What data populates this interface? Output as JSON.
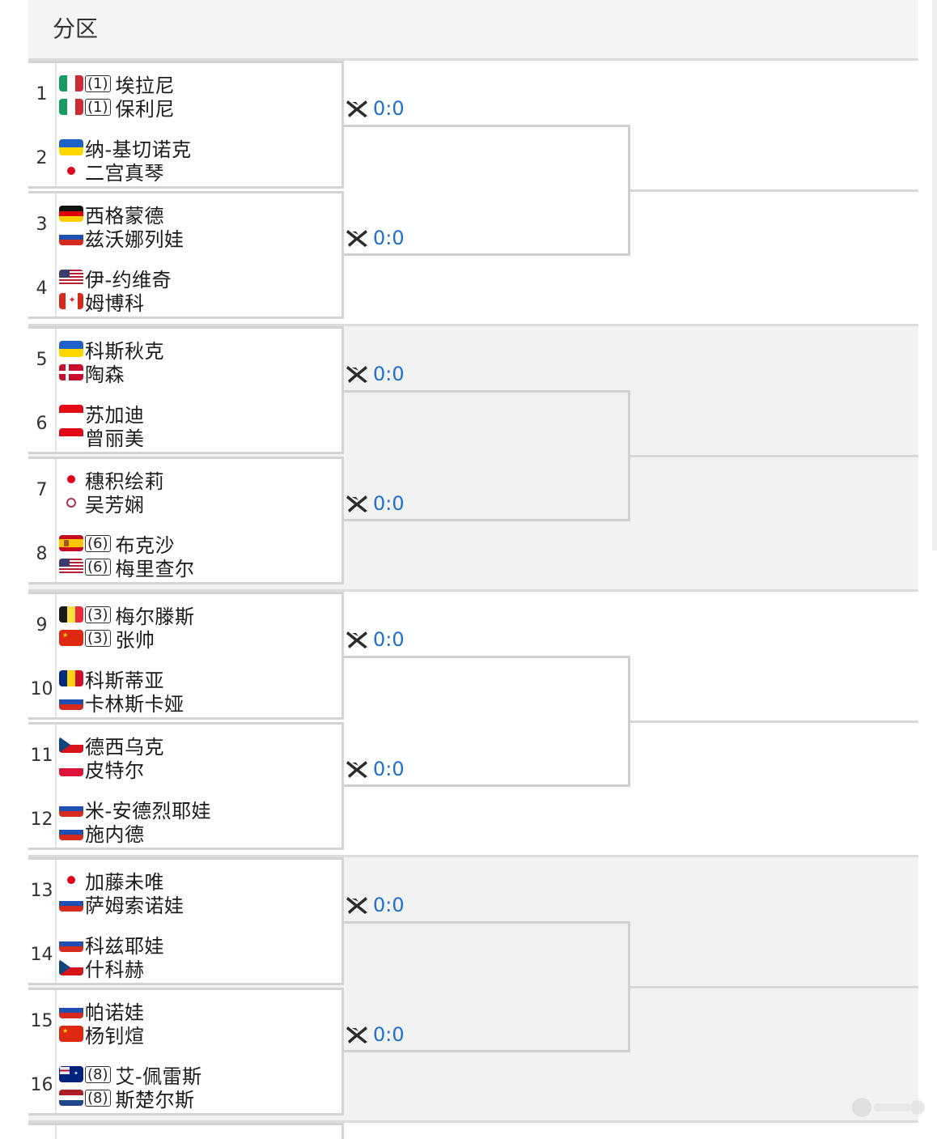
{
  "header": {
    "title": "分区"
  },
  "colors": {
    "score": "#1e6fd0"
  },
  "slots": [
    {
      "num": "1",
      "p1": {
        "flag": "italy",
        "seed": "(1)",
        "name": "埃拉尼"
      },
      "p2": {
        "flag": "italy",
        "seed": "(1)",
        "name": "保利尼"
      }
    },
    {
      "num": "2",
      "p1": {
        "flag": "ukraine",
        "seed": "",
        "name": "纳-基切诺克"
      },
      "p2": {
        "flag": "japan",
        "seed": "",
        "name": "二宫真琴"
      }
    },
    {
      "num": "3",
      "p1": {
        "flag": "germany",
        "seed": "",
        "name": "西格蒙德"
      },
      "p2": {
        "flag": "russia",
        "seed": "",
        "name": "兹沃娜列娃"
      }
    },
    {
      "num": "4",
      "p1": {
        "flag": "usa",
        "seed": "",
        "name": "伊-约维奇"
      },
      "p2": {
        "flag": "canada",
        "seed": "",
        "name": "姆博科"
      }
    },
    {
      "num": "5",
      "p1": {
        "flag": "ukraine",
        "seed": "",
        "name": "科斯秋克"
      },
      "p2": {
        "flag": "denmark",
        "seed": "",
        "name": "陶森"
      }
    },
    {
      "num": "6",
      "p1": {
        "flag": "indonesia",
        "seed": "",
        "name": "苏加迪"
      },
      "p2": {
        "flag": "indonesia",
        "seed": "",
        "name": "曾丽美"
      }
    },
    {
      "num": "7",
      "p1": {
        "flag": "japan",
        "seed": "",
        "name": "穗积绘莉"
      },
      "p2": {
        "flag": "taipei",
        "seed": "",
        "name": "吴芳娴"
      }
    },
    {
      "num": "8",
      "p1": {
        "flag": "spain",
        "seed": "(6)",
        "name": "布克沙"
      },
      "p2": {
        "flag": "usa",
        "seed": "(6)",
        "name": "梅里查尔"
      }
    },
    {
      "num": "9",
      "p1": {
        "flag": "belgium",
        "seed": "(3)",
        "name": "梅尔滕斯"
      },
      "p2": {
        "flag": "china",
        "seed": "(3)",
        "name": "张帅"
      }
    },
    {
      "num": "10",
      "p1": {
        "flag": "romania",
        "seed": "",
        "name": "科斯蒂亚"
      },
      "p2": {
        "flag": "russia",
        "seed": "",
        "name": "卡林斯卡娅"
      }
    },
    {
      "num": "11",
      "p1": {
        "flag": "czech",
        "seed": "",
        "name": "德西乌克"
      },
      "p2": {
        "flag": "poland",
        "seed": "",
        "name": "皮特尔"
      }
    },
    {
      "num": "12",
      "p1": {
        "flag": "russia",
        "seed": "",
        "name": "米-安德烈耶娃"
      },
      "p2": {
        "flag": "russia",
        "seed": "",
        "name": "施内德"
      }
    },
    {
      "num": "13",
      "p1": {
        "flag": "japan",
        "seed": "",
        "name": "加藤未唯"
      },
      "p2": {
        "flag": "russia",
        "seed": "",
        "name": "萨姆索诺娃"
      }
    },
    {
      "num": "14",
      "p1": {
        "flag": "russia",
        "seed": "",
        "name": "科兹耶娃"
      },
      "p2": {
        "flag": "czech",
        "seed": "",
        "name": "什科赫"
      }
    },
    {
      "num": "15",
      "p1": {
        "flag": "russia",
        "seed": "",
        "name": "帕诺娃"
      },
      "p2": {
        "flag": "china",
        "seed": "",
        "name": "杨钊煊"
      }
    },
    {
      "num": "16",
      "p1": {
        "flag": "australia",
        "seed": "(8)",
        "name": "艾-佩雷斯"
      },
      "p2": {
        "flag": "netherlands",
        "seed": "(8)",
        "name": "斯楚尔斯"
      }
    }
  ],
  "scores": [
    "0:0",
    "0:0",
    "0:0",
    "0:0",
    "0:0",
    "0:0",
    "0:0",
    "0:0"
  ]
}
